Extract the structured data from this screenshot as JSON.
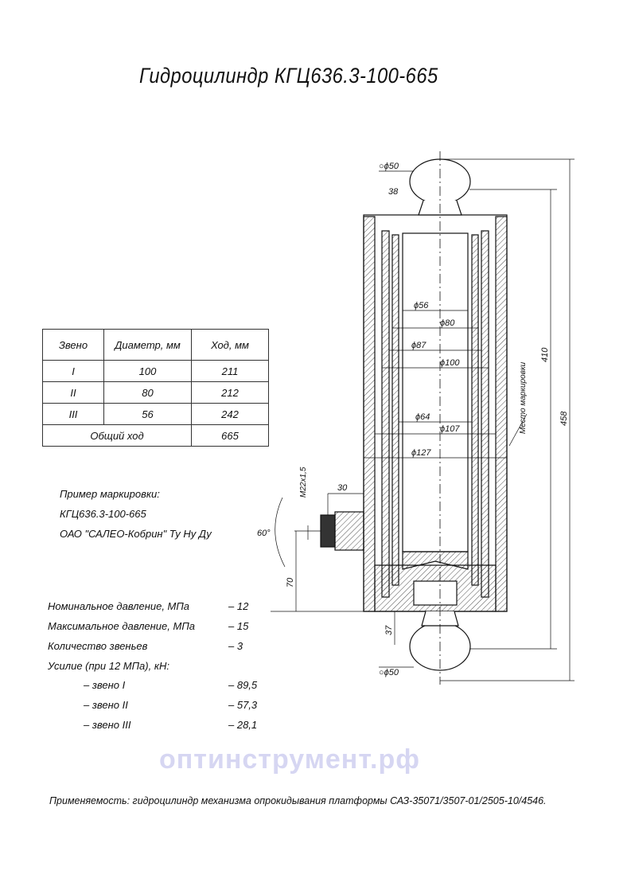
{
  "title": "Гидроцилиндр КГЦ636.3-100-665",
  "table": {
    "headers": [
      "Звено",
      "Диаметр, мм",
      "Ход, мм"
    ],
    "rows": [
      [
        "I",
        "100",
        "211"
      ],
      [
        "II",
        "80",
        "212"
      ],
      [
        "III",
        "56",
        "242"
      ]
    ],
    "total_label": "Общий ход",
    "total_value": "665"
  },
  "marking": {
    "label": "Пример маркировки:",
    "line1": "КГЦ636.3-100-665",
    "line2": "ОАО \"САЛЕО-Кобрин\" Ту Ну Ду"
  },
  "specs": [
    {
      "label": "Номинальное давление, МПа",
      "value": "– 12"
    },
    {
      "label": "Максимальное давление, МПа",
      "value": "– 15"
    },
    {
      "label": "Количество звеньев",
      "value": "– 3"
    },
    {
      "label": "Усилие (при 12 МПа), кН:",
      "value": ""
    },
    {
      "label": "– звено I",
      "value": "– 89,5"
    },
    {
      "label": "– звено II",
      "value": "– 57,3"
    },
    {
      "label": "– звено III",
      "value": "– 28,1"
    }
  ],
  "drawing": {
    "ball_top": "○ϕ50",
    "ball_bottom": "○ϕ50",
    "neck": "38",
    "d56": "ϕ56",
    "d80": "ϕ80",
    "d87": "ϕ87",
    "d100": "ϕ100",
    "d64": "ϕ64",
    "d107": "ϕ107",
    "d127": "ϕ127",
    "len410": "410",
    "len458": "458",
    "mark_place": "Место маркировки",
    "thread": "M22x1,5",
    "port_len": "30",
    "angle": "60°",
    "port_height": "70",
    "bottom_len": "37"
  },
  "watermark": "оптинструмент.рф",
  "applicability": "Применяемость: гидроцилиндр механизма опрокидывания платформы САЗ-35071/3507-01/2505-10/4546."
}
